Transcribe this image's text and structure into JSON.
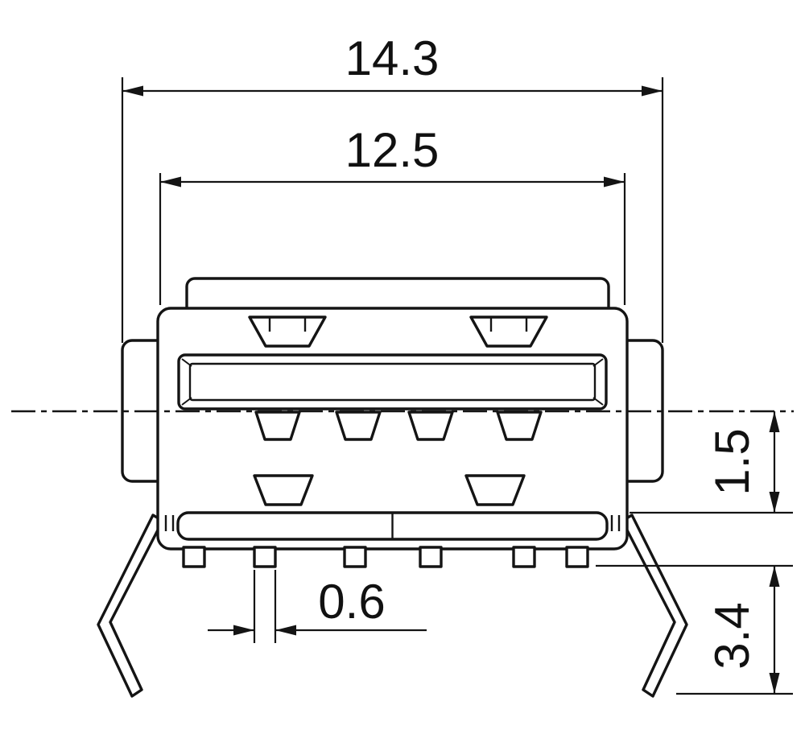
{
  "drawing": {
    "dimensions": {
      "overall_width": "14.3",
      "body_width": "12.5",
      "center_to_base": "1.5",
      "base_height": "3.4",
      "pin_width": "0.6"
    },
    "colors": {
      "line": "#141414",
      "background": "#ffffff"
    }
  }
}
